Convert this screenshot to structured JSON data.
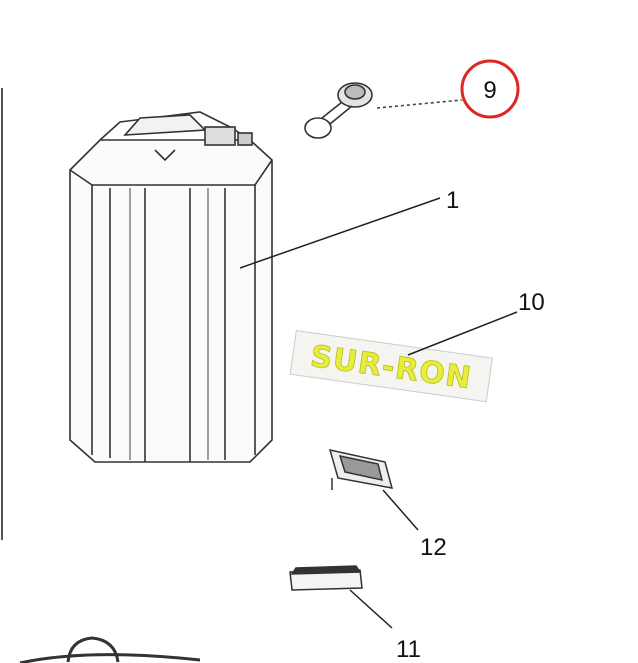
{
  "diagram": {
    "callouts": [
      {
        "id": "9",
        "label": "9",
        "highlighted": true,
        "part": "fuel-cap"
      },
      {
        "id": "1",
        "label": "1",
        "part": "battery-pack"
      },
      {
        "id": "10",
        "label": "10",
        "part": "decal"
      },
      {
        "id": "12",
        "label": "12",
        "part": "connector-bracket"
      },
      {
        "id": "11",
        "label": "11",
        "part": "pad"
      }
    ],
    "decal_text": "SUR-RON",
    "colors": {
      "highlight_circle": "#e0261e",
      "decal": "#e8ec3a",
      "line": "#222222"
    }
  }
}
